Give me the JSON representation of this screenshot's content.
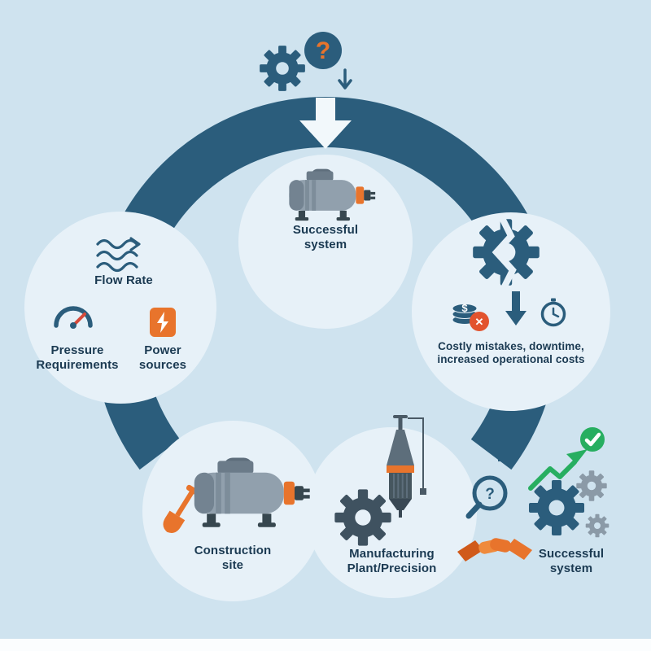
{
  "colors": {
    "background": "#cfe3ef",
    "circle": "#e7f1f8",
    "navy": "#2b5d7c",
    "text": "#1b3a52",
    "orange": "#e8742c",
    "green": "#27ae60",
    "gray": "#91a0ad",
    "white": "#f2f8fb",
    "red": "#d64a3a",
    "red_orange": "#e2532e",
    "slate": "#4a5a66"
  },
  "glyphs": {
    "question_mark": "?",
    "dollar": "$",
    "cross": "✕",
    "magnifier_question": "?"
  },
  "nodes": {
    "system_top": {
      "line1": "Successful",
      "line2": "system"
    },
    "flow": {
      "label": "Flow Rate"
    },
    "pressure": {
      "line1": "Pressure",
      "line2": "Requirements"
    },
    "power": {
      "line1": "Power",
      "line2": "sources"
    },
    "consequences": {
      "line1": "Costly mistakes, downtime,",
      "line2": "increased operational costs"
    },
    "construction": {
      "line1": "Construction",
      "line2": "site"
    },
    "manufacturing": {
      "line1": "Manufacturing",
      "line2": "Plant/Precision"
    },
    "system_bottom": {
      "line1": "Successful",
      "line2": "system"
    }
  }
}
